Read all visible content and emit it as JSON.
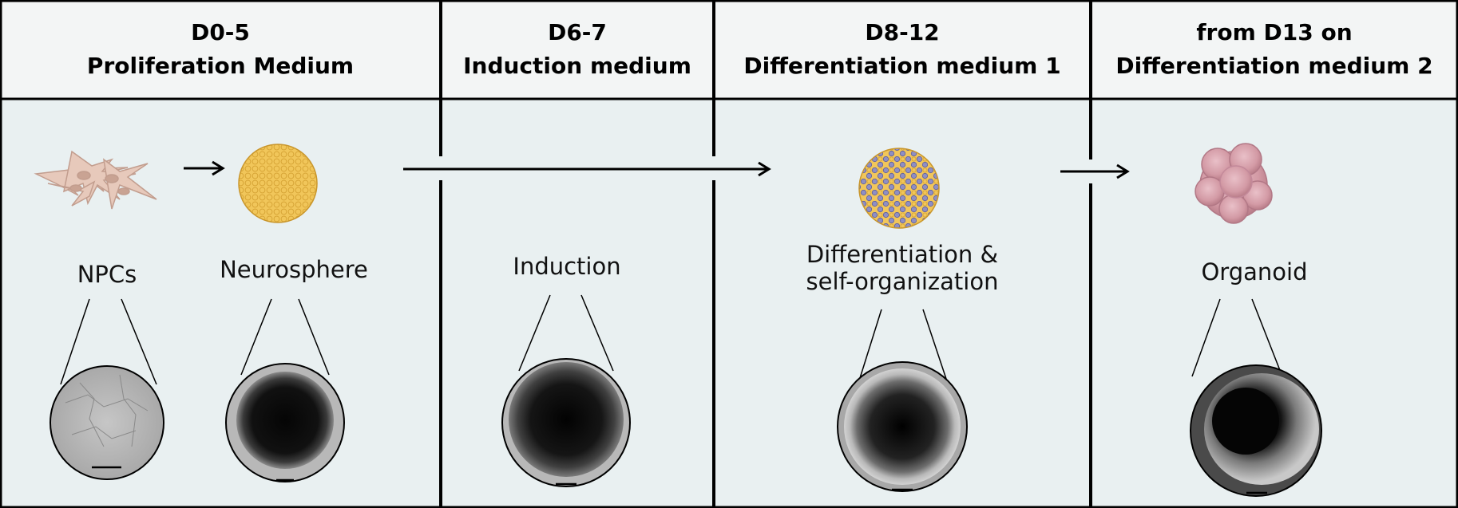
{
  "columns": [
    {
      "day": "D0-5",
      "medium": "Proliferation Medium"
    },
    {
      "day": "D6-7",
      "medium": "Induction medium"
    },
    {
      "day": "D8-12",
      "medium": "Differentiation medium 1"
    },
    {
      "day": "from D13 on",
      "medium": "Differentiation medium 2"
    }
  ],
  "stages": {
    "npcs": "NPCs",
    "neurosphere": "Neurosphere",
    "induction": "Induction",
    "differentiation_line1": "Differentiation &",
    "differentiation_line2": "self-organization",
    "organoid": "Organoid"
  },
  "icons": [
    "npc-cells-icon",
    "neurosphere-icon",
    "differentiating-sphere-icon",
    "organoid-icon"
  ]
}
